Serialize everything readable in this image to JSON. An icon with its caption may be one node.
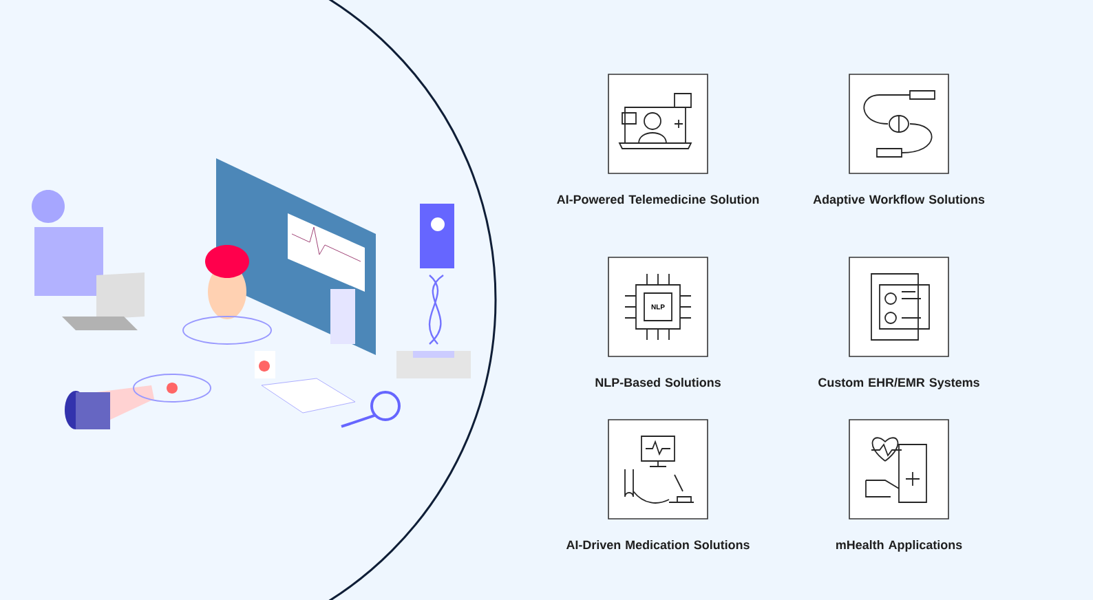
{
  "diagram": {
    "nodes": [
      {
        "text": [
          "AI-Powered Telemedicine Solution"
        ]
      },
      {
        "text": [
          "Adaptive Workflow Solutions"
        ]
      },
      {
        "text": [
          "NLP-Based Solutions"
        ]
      },
      {
        "text": [
          "Custom EHR/EMR Systems"
        ]
      },
      {
        "text": [
          "AI-Driven Medication Solutions"
        ]
      },
      {
        "text": [
          "mHealth Applications"
        ]
      }
    ],
    "labels": [
      "NLP"
    ]
  }
}
